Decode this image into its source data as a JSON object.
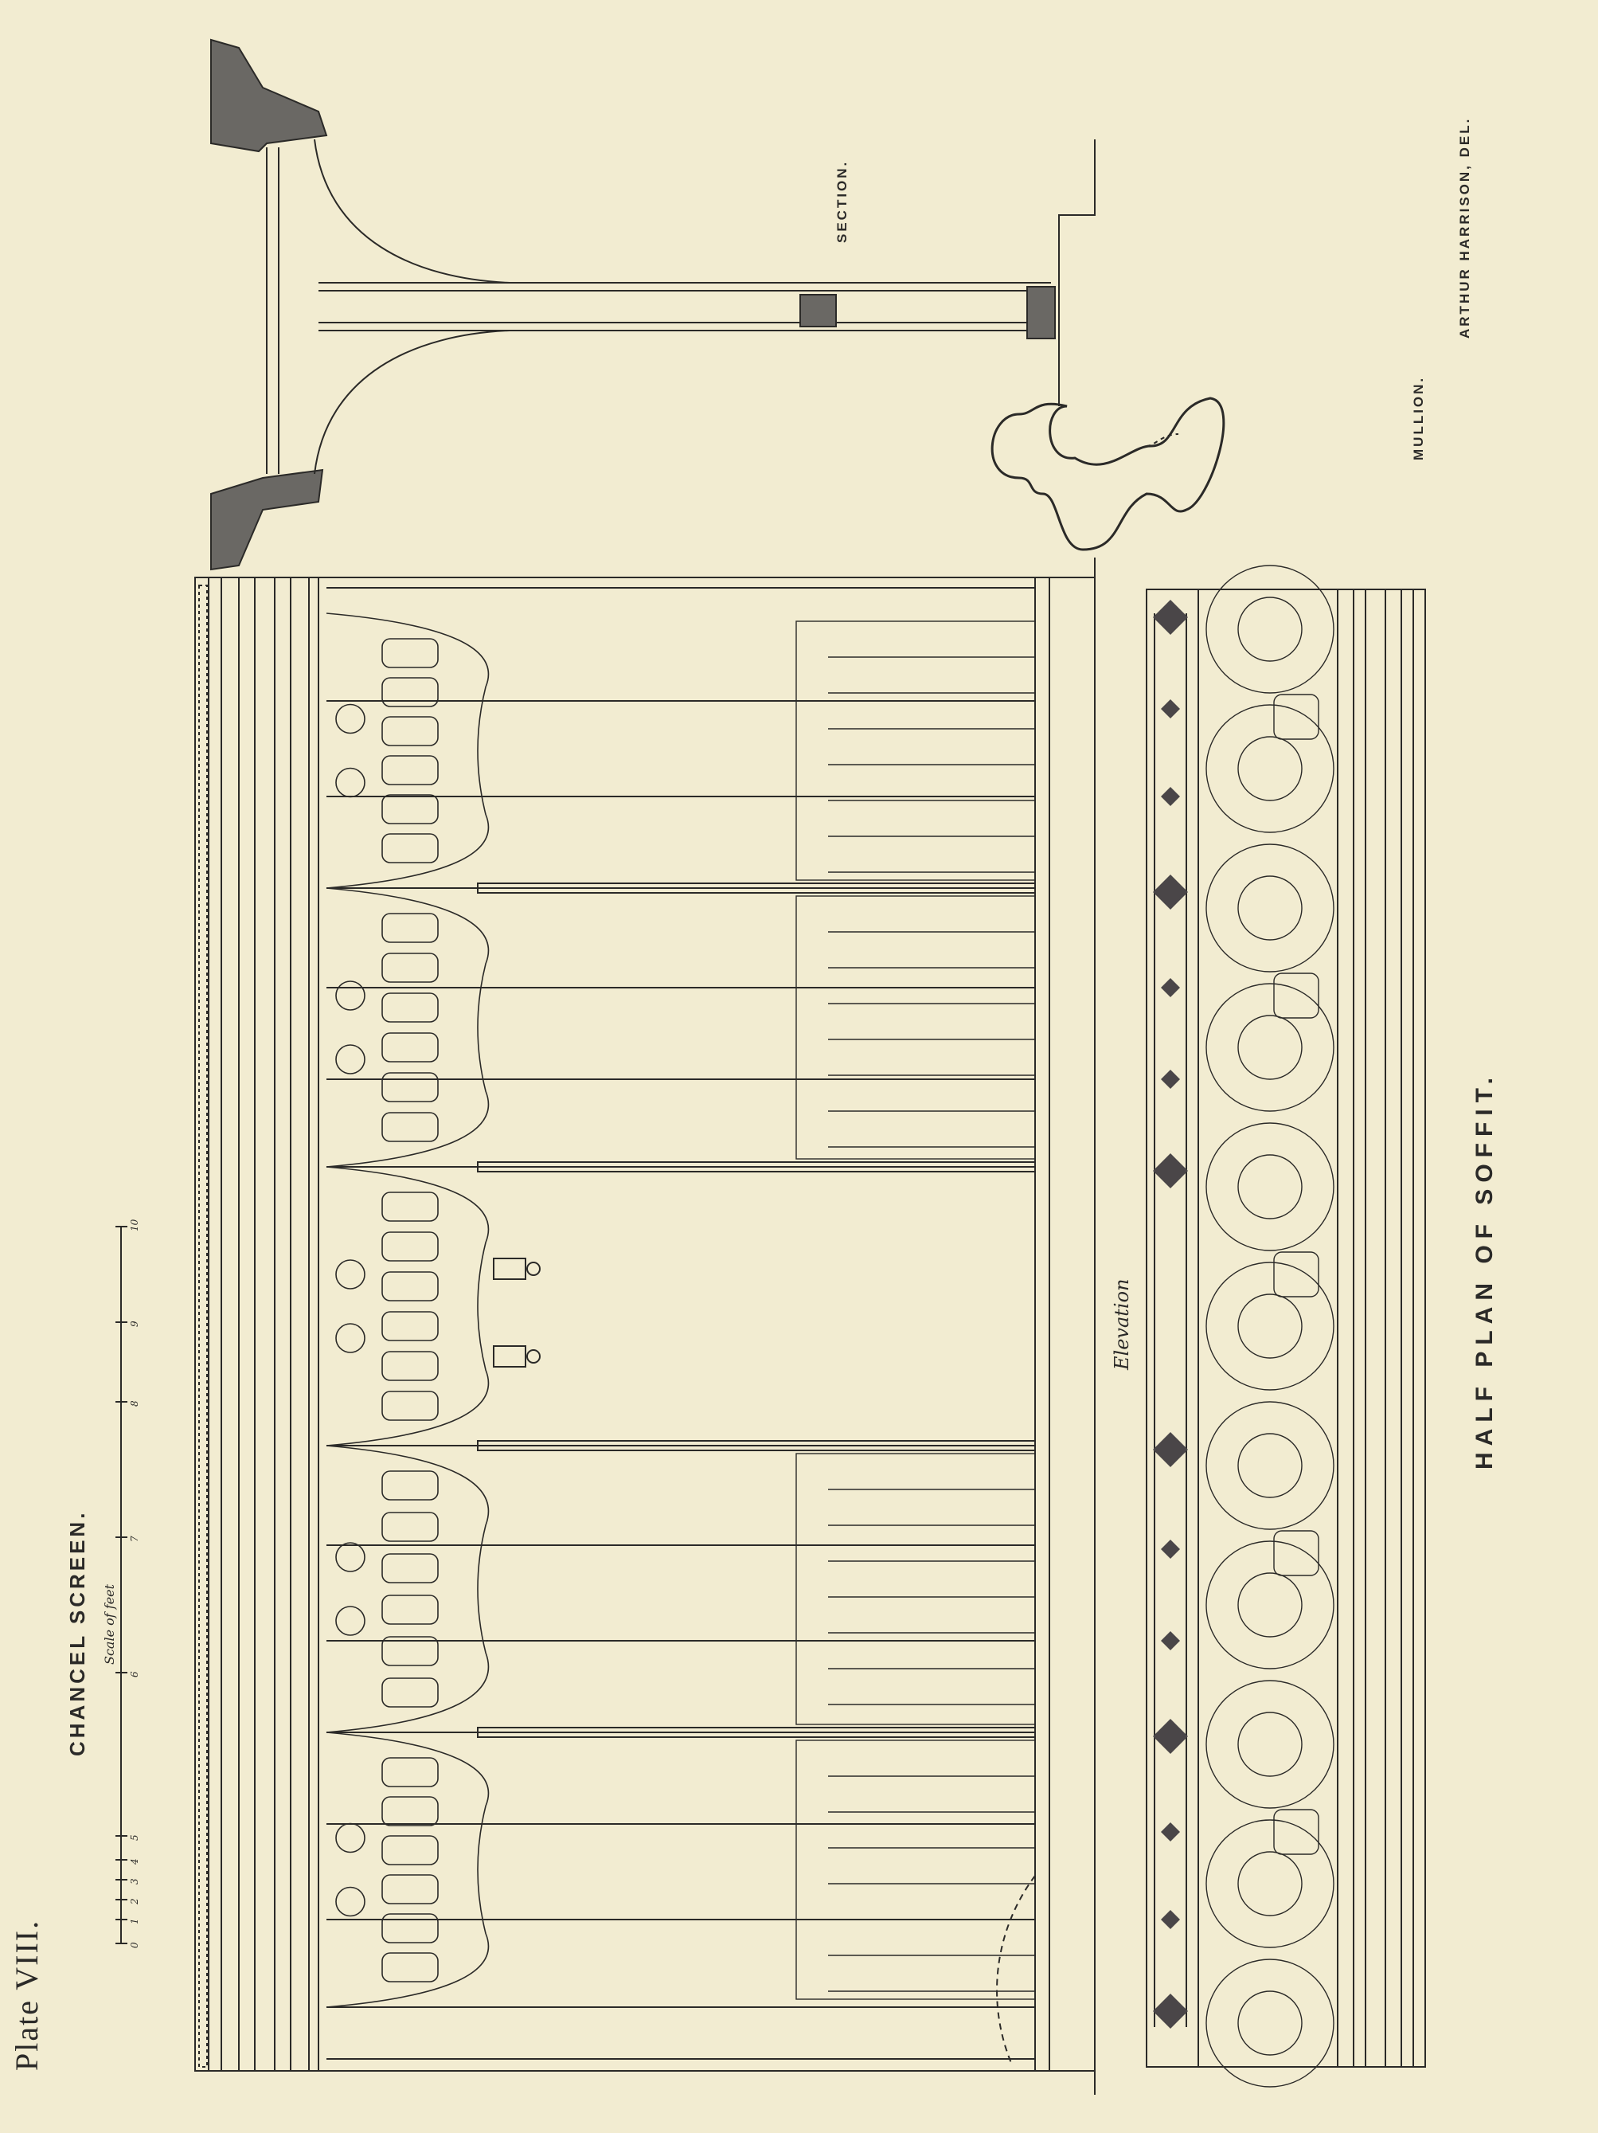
{
  "plate": {
    "number": "Plate VIII."
  },
  "titles": {
    "chancel_screen": "CHANCEL SCREEN.",
    "scale_caption": "Scale of feet",
    "section": "SECTION.",
    "mullion": "MULLION.",
    "credit": "ARTHUR HARRISON, DEL.",
    "elevation": "Elevation",
    "half_plan": "HALF PLAN OF SOFFIT."
  },
  "scale": {
    "ticks": [
      "0",
      "1",
      "2",
      "3",
      "4",
      "5",
      "6",
      "7",
      "8",
      "9",
      "10"
    ]
  },
  "colors": {
    "paper": "#f2ecd1",
    "ink": "#2b2a28",
    "shade": "#6a6864"
  }
}
